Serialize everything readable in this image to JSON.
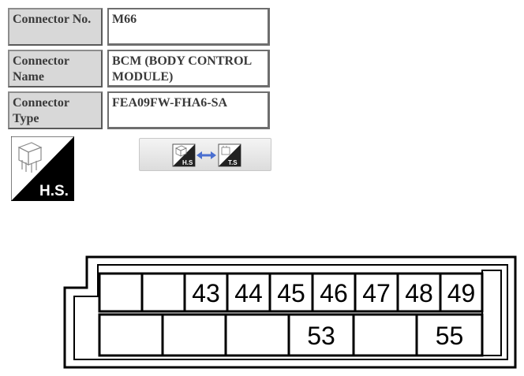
{
  "info": [
    {
      "label": "Connector No.",
      "value": "M66"
    },
    {
      "label": "Connector Name",
      "value": "BCM (BODY CONTROL MODULE)"
    },
    {
      "label": "Connector Type",
      "value": "FEA09FW-FHA6-SA"
    }
  ],
  "view_icon": {
    "label": "H.S.",
    "icon": "harness-side-connector-icon"
  },
  "view_toggle": {
    "from_label": "H.S",
    "to_label": "T.S",
    "icon": "swap-arrows-icon",
    "arrow_color": "#4a6fd0"
  },
  "terminals": {
    "top_row": [
      "",
      "",
      "43",
      "44",
      "45",
      "46",
      "47",
      "48",
      "49"
    ],
    "bottom_row": [
      "",
      "",
      "",
      "53",
      "",
      "55"
    ]
  }
}
